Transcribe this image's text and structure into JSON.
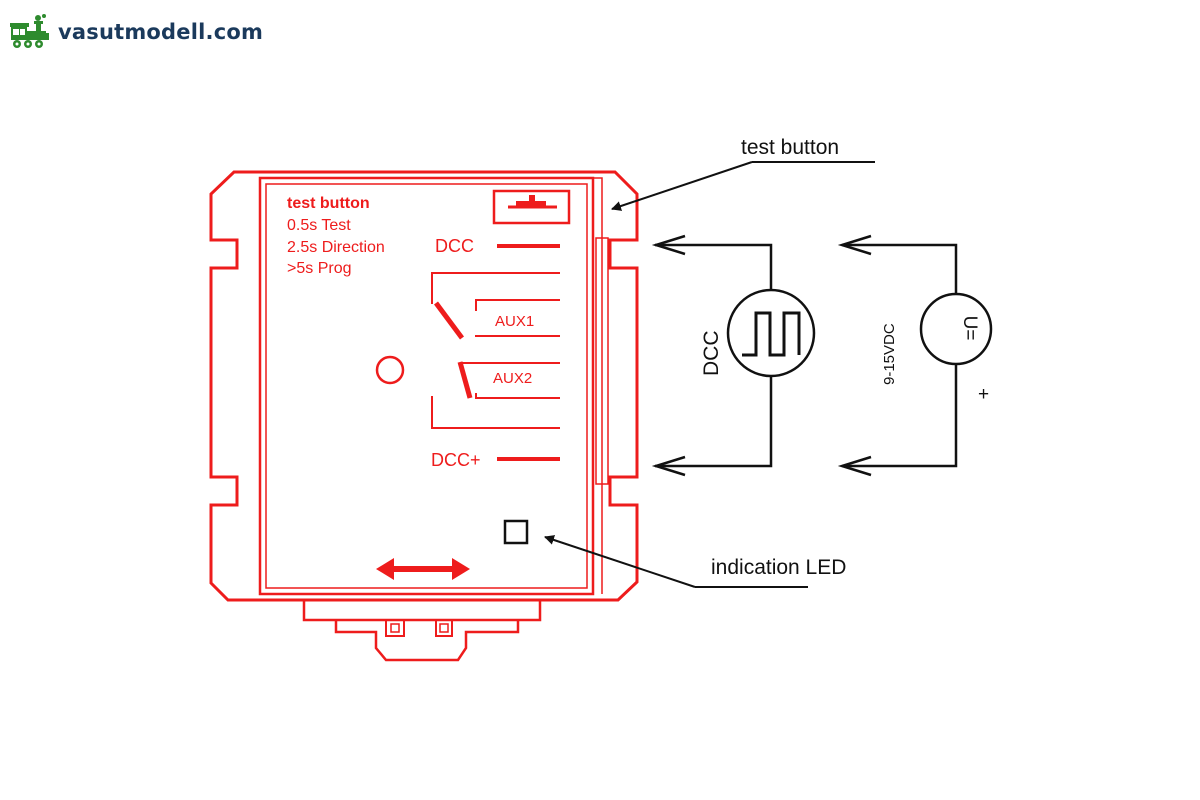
{
  "header": {
    "site_name": "vasutmodell.com",
    "logo_icon": "locomotive-icon"
  },
  "device": {
    "info_title": "test button",
    "info_lines": [
      "0.5s  Test",
      "2.5s  Direction",
      ">5s   Prog"
    ],
    "terminals": {
      "dcc": "DCC",
      "aux1": "AUX1",
      "aux2": "AUX2",
      "dcc_plus": "DCC+"
    }
  },
  "callouts": {
    "test_button": "test button",
    "indication_led": "indication LED"
  },
  "sources": {
    "dcc_label": "DCC",
    "dc_voltage": "9-15VDC",
    "dc_symbol": "U=",
    "plus_sign": "+"
  },
  "colors": {
    "device": "#ee1c1c",
    "wiring": "#111111",
    "brand": "#1b3a5c",
    "logo": "#2e8b2e"
  }
}
